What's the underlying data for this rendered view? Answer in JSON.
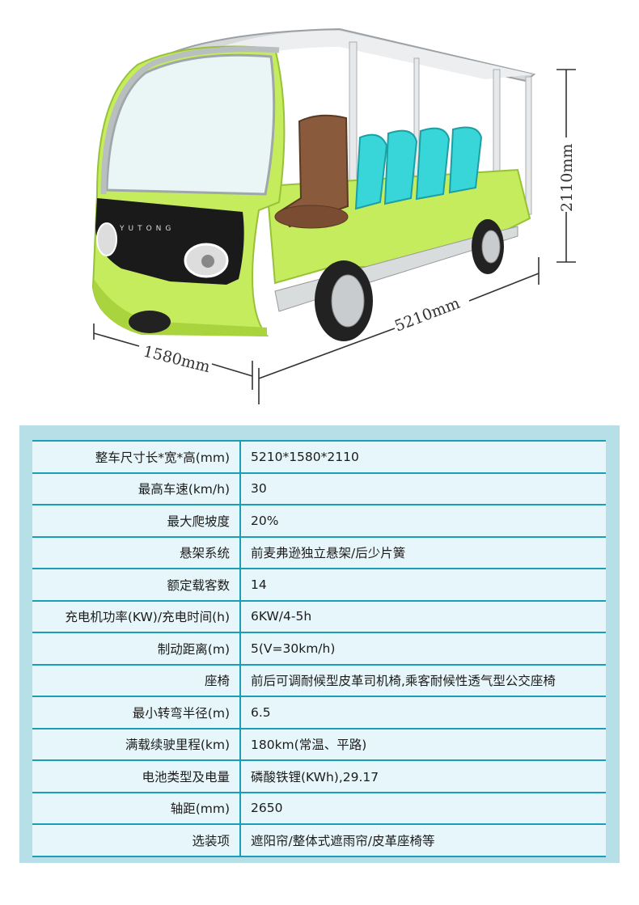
{
  "vehicle": {
    "brand_text": "YUTONG",
    "dimensions": {
      "height_label": "2110mm",
      "length_label": "5210mm",
      "width_label": "1580mm"
    }
  },
  "specs": [
    {
      "label": "整车尺寸长*宽*高(mm)",
      "value": "5210*1580*2110"
    },
    {
      "label": "最高车速(km/h)",
      "value": "30"
    },
    {
      "label": "最大爬坡度",
      "value": "20%"
    },
    {
      "label": "悬架系统",
      "value": "前麦弗逊独立悬架/后少片簧"
    },
    {
      "label": "额定载客数",
      "value": "14"
    },
    {
      "label": "充电机功率(KW)/充电时间(h)",
      "value": "6KW/4-5h"
    },
    {
      "label": "制动距离(m)",
      "value": "5(V=30km/h)"
    },
    {
      "label": "座椅",
      "value": "前后可调耐候型皮革司机椅,乘客耐候性透气型公交座椅"
    },
    {
      "label": "最小转弯半径(m)",
      "value": "6.5"
    },
    {
      "label": "满载续驶里程(km)",
      "value": "180km(常温、平路)"
    },
    {
      "label": "电池类型及电量",
      "value": "磷酸铁锂(KWh),29.17"
    },
    {
      "label": "轴距(mm)",
      "value": "2650"
    },
    {
      "label": "选装项",
      "value": "遮阳帘/整体式遮雨帘/皮革座椅等"
    }
  ],
  "colors": {
    "body_green": "#c4ec5c",
    "seat_cyan": "#38d6d8",
    "table_border": "#1b9db5",
    "panel_bg": "#b6dfe8",
    "row_bg": "#e7f6fa"
  }
}
